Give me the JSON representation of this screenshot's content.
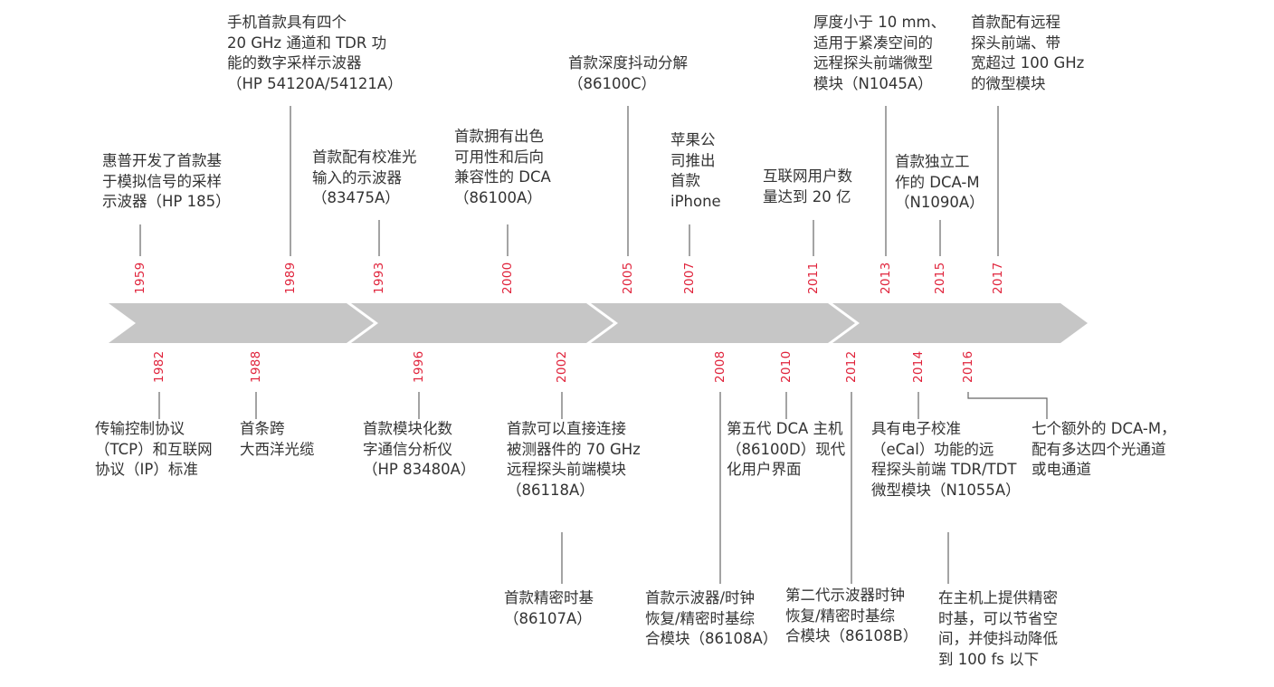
{
  "colors": {
    "arrow": "#c6c6c6",
    "connector": "#666666",
    "year_text": "#e0243c",
    "body_text": "#333333"
  },
  "events_above": [
    {
      "id": "1959",
      "year": "1959",
      "lines": [
        "惠普开发了首款基",
        "于模拟信号的采样",
        "示波器（HP 185）"
      ]
    },
    {
      "id": "1989",
      "year": "1989",
      "lines": [
        "手机首款具有四个",
        "20 GHz 通道和 TDR 功",
        "能的数字采样示波器",
        "（HP 54120A/54121A）"
      ]
    },
    {
      "id": "1993",
      "year": "1993",
      "lines": [
        "首款配有校准光",
        "输入的示波器",
        "（83475A）"
      ]
    },
    {
      "id": "2000",
      "year": "2000",
      "lines": [
        "首款拥有出色",
        "可用性和后向",
        "兼容性的 DCA",
        "（86100A）"
      ]
    },
    {
      "id": "2005",
      "year": "2005",
      "lines": [
        "首款深度抖动分解",
        "（86100C）"
      ]
    },
    {
      "id": "2007",
      "year": "2007",
      "lines": [
        "苹果公",
        "司推出",
        "首款",
        "iPhone"
      ]
    },
    {
      "id": "2011",
      "year": "2011",
      "lines": [
        "互联网用户数",
        "量达到 20 亿"
      ]
    },
    {
      "id": "2013",
      "year": "2013",
      "lines": [
        "厚度小于 10 mm、",
        "适用于紧凑空间的",
        "远程探头前端微型",
        "模块（N1045A）"
      ]
    },
    {
      "id": "2015",
      "year": "2015",
      "lines": [
        "首款独立工",
        "作的 DCA-M",
        "（N1090A）"
      ]
    },
    {
      "id": "2017",
      "year": "2017",
      "lines": [
        "首款配有远程",
        "探头前端、带",
        "宽超过 100 GHz",
        "的微型模块"
      ]
    }
  ],
  "events_below": [
    {
      "id": "1982",
      "year": "1982",
      "lines": [
        "传输控制协议",
        "（TCP）和互联网",
        "协议（IP）标准"
      ]
    },
    {
      "id": "1988",
      "year": "1988",
      "lines": [
        "首条跨",
        "大西洋光缆"
      ]
    },
    {
      "id": "1996",
      "year": "1996",
      "lines": [
        "首款模块化数",
        "字通信分析仪",
        "（HP 83480A）"
      ]
    },
    {
      "id": "2002",
      "year": "2002",
      "lines": [
        "首款可以直接连接",
        "被测器件的 70 GHz",
        "远程探头前端模块",
        "（86118A）"
      ]
    },
    {
      "id": "2002b",
      "year": "",
      "lines": [
        "首款精密时基",
        "（86107A）"
      ]
    },
    {
      "id": "2008",
      "year": "2008",
      "lines": [
        "首款示波器/时钟",
        "恢复/精密时基综",
        "合模块（86108A）"
      ]
    },
    {
      "id": "2010",
      "year": "2010",
      "lines": [
        "第五代 DCA 主机",
        "（86100D）现代",
        "化用户界面"
      ]
    },
    {
      "id": "2012",
      "year": "2012",
      "lines": [
        "第二代示波器时钟",
        "恢复/精密时基综",
        "合模块（86108B）"
      ]
    },
    {
      "id": "2014",
      "year": "2014",
      "lines": [
        "具有电子校准",
        "（eCal）功能的远",
        "程探头前端 TDR/TDT",
        "微型模块（N1055A）"
      ]
    },
    {
      "id": "2014b",
      "year": "",
      "lines": [
        "在主机上提供精密",
        "时基，可以节省空",
        "间，并使抖动降低",
        "到 100 fs 以下"
      ]
    },
    {
      "id": "2016",
      "year": "2016",
      "lines": [
        "七个额外的 DCA-M，",
        "配有多达四个光通道",
        "或电通道"
      ]
    }
  ]
}
